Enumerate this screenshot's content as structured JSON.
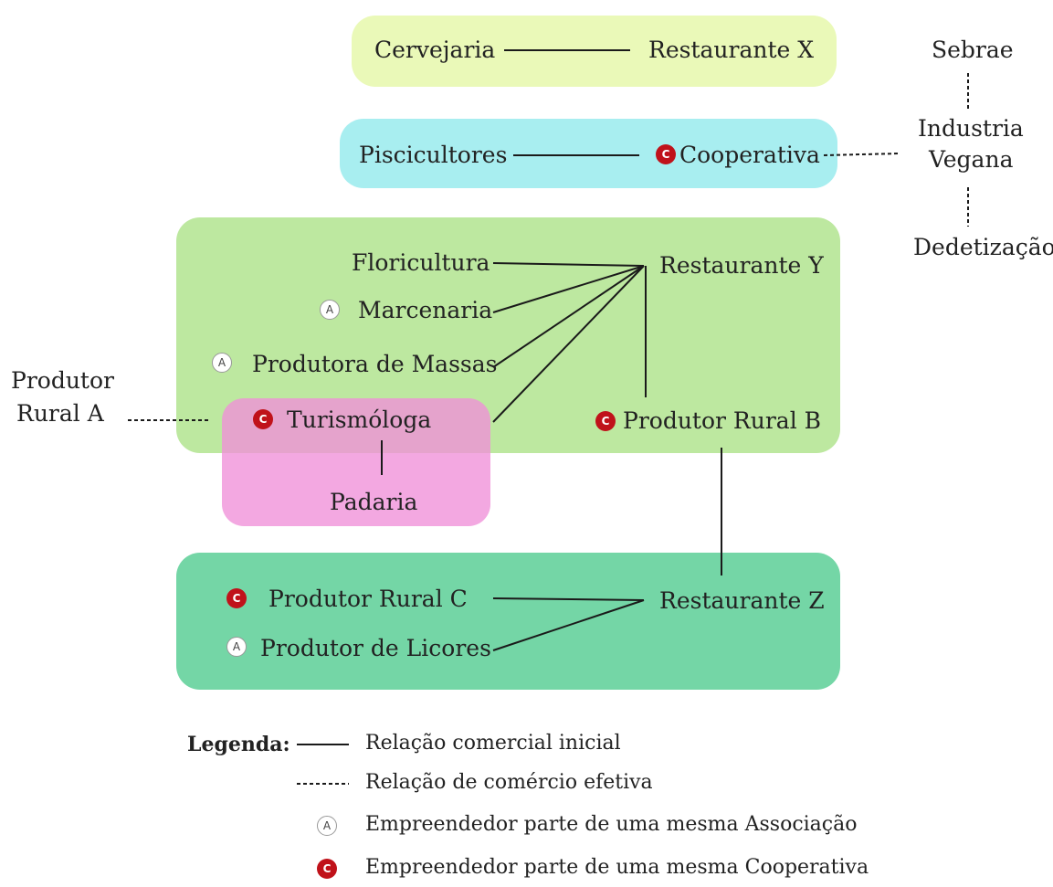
{
  "colors": {
    "box_x": "#eaf9b8",
    "box_coop": "#a8eef0",
    "box_y": "#bde8a0",
    "box_padaria": "#ef8fd8",
    "box_z": "#74d6a6",
    "association_badge": "#ffffff",
    "cooperative_badge": "#c0121a"
  },
  "nodes": {
    "cervejaria": "Cervejaria",
    "restaurante_x": "Restaurante X",
    "sebrae": "Sebrae",
    "industria_line1": "Industria",
    "industria_line2": "Vegana",
    "dedetizacao": "Dedetização",
    "piscicultores": "Piscicultores",
    "cooperativa": "Cooperativa",
    "floricultura": "Floricultura",
    "restaurante_y": "Restaurante Y",
    "marcenaria": "Marcenaria",
    "produtora_massas": "Produtora de Massas",
    "produtor_a_line1": "Produtor",
    "produtor_a_line2": "Rural A",
    "turismologa": "Turismóloga",
    "produtor_b": "Produtor Rural B",
    "padaria": "Padaria",
    "produtor_c": "Produtor Rural C",
    "restaurante_z": "Restaurante Z",
    "produtor_licores": "Produtor de Licores"
  },
  "badges": {
    "association": "A",
    "cooperative": "C"
  },
  "legend": {
    "title": "Legenda:",
    "solid": "Relação comercial inicial",
    "dashed": "Relação de comércio efetiva",
    "association": "Empreendedor parte de uma mesma Associação",
    "cooperative": "Empreendedor parte de uma mesma Cooperativa"
  }
}
